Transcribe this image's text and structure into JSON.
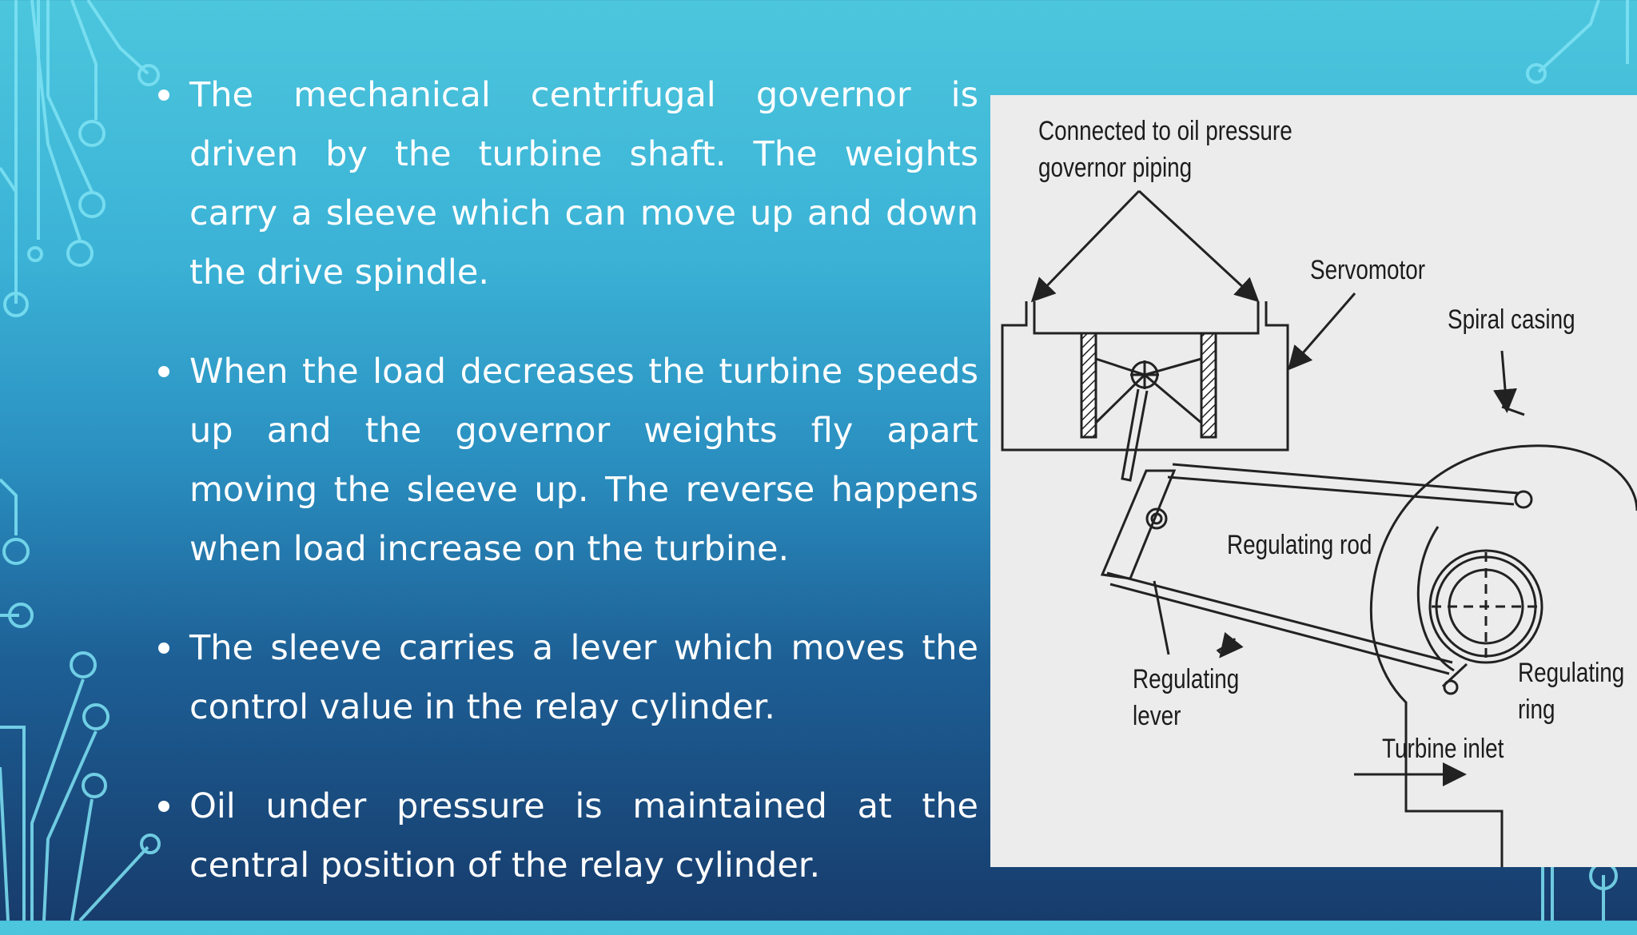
{
  "bullets": [
    "The mechanical centrifugal governor is driven by the turbine shaft. The weights carry a sleeve which can move up and down the drive spindle.",
    "When the load decreases the turbine speeds up and the governor weights fly apart moving the sleeve up. The reverse happens when load increase on the turbine.",
    "The sleeve carries a lever which moves the control value in the relay cylinder.",
    "Oil under pressure is maintained at the central position of the relay cylinder."
  ],
  "figure": {
    "labels": {
      "oil_pressure_line1": "Connected to oil pressure",
      "oil_pressure_line2": "governor piping",
      "servomotor": "Servomotor",
      "spiral_casing": "Spiral casing",
      "regulating_rod": "Regulating rod",
      "regulating_lever_line1": "Regulating",
      "regulating_lever_line2": "lever",
      "regulating_ring_line1": "Regulating",
      "regulating_ring_line2": "ring",
      "turbine_inlet": "Turbine inlet"
    }
  },
  "colors": {
    "background_top": "#4cc6dd",
    "background_bottom": "#173c6c",
    "text": "#ffffff",
    "figure_background": "#ececec",
    "circuit_lines": "#7fe0f2"
  }
}
